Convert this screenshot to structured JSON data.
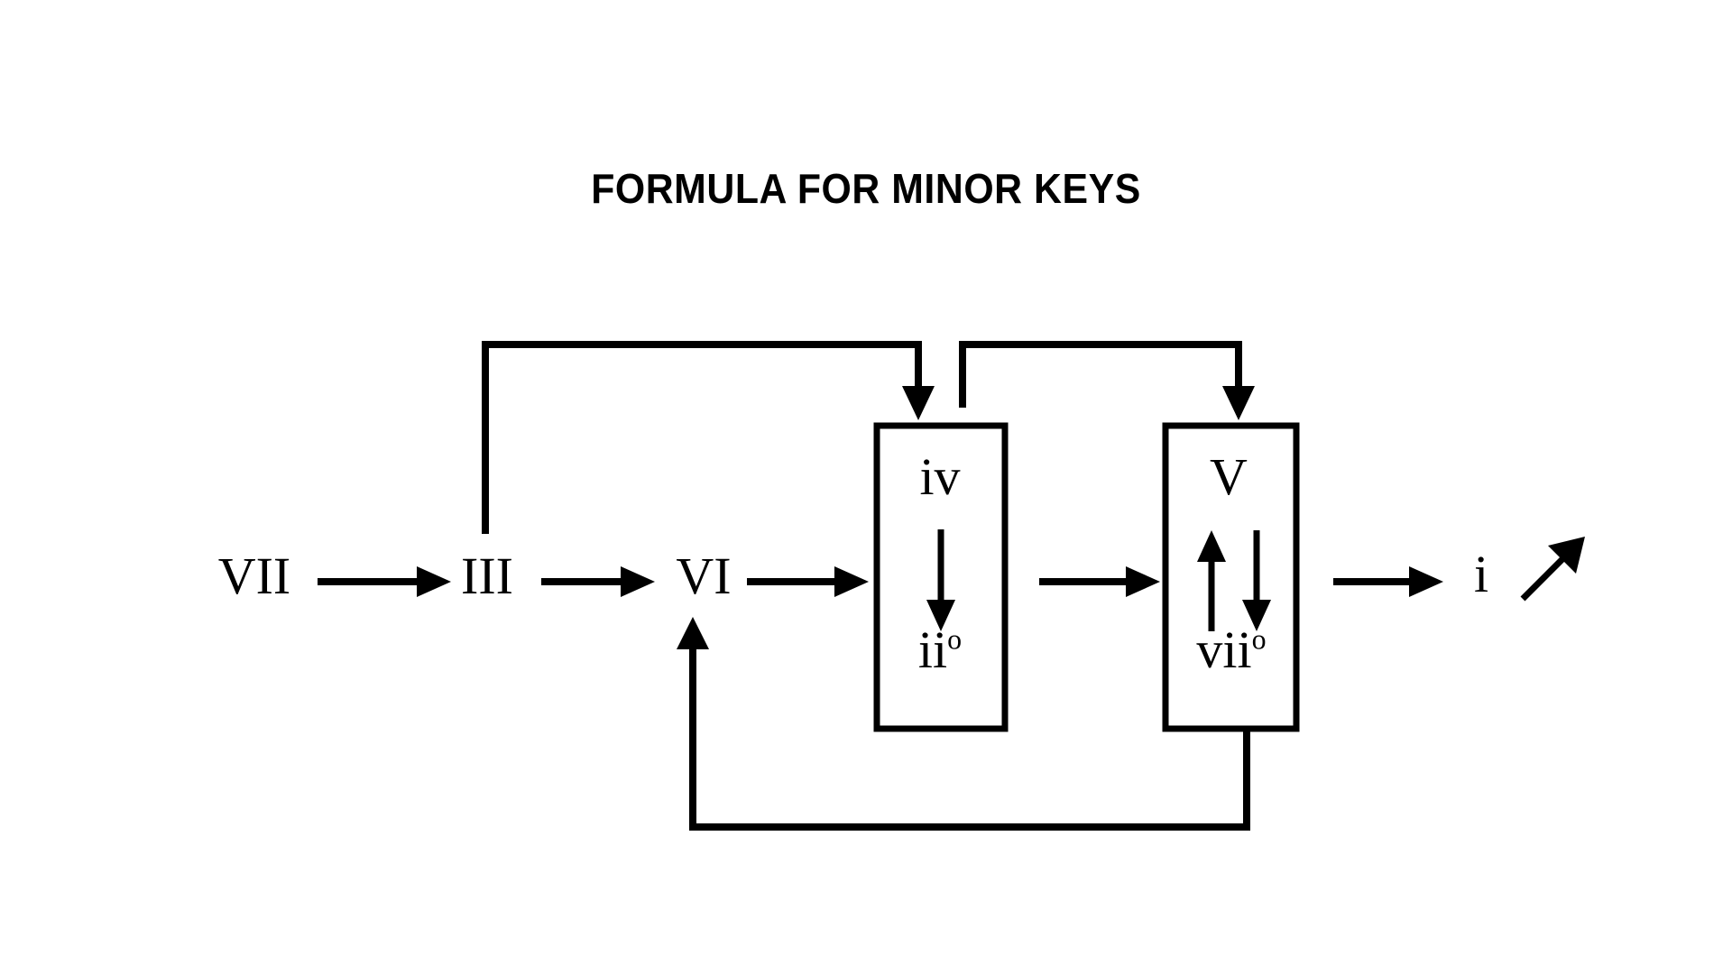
{
  "diagram": {
    "title": "FORMULA FOR MINOR KEYS",
    "type": "harmonic-progression-flowchart",
    "background_color": "#ffffff",
    "ink_color": "#000000",
    "nodes": [
      {
        "id": "vii",
        "label": "VII",
        "kind": "chord-label"
      },
      {
        "id": "iii",
        "label": "III",
        "kind": "chord-label"
      },
      {
        "id": "vi",
        "label": "VI",
        "kind": "chord-label"
      },
      {
        "id": "iv",
        "label": "iv",
        "kind": "chord-label",
        "group": "box-1"
      },
      {
        "id": "ii-dim",
        "label": "ii",
        "superscript": "o",
        "kind": "chord-label",
        "group": "box-1"
      },
      {
        "id": "v",
        "label": "V",
        "kind": "chord-label",
        "group": "box-2"
      },
      {
        "id": "vii-dim",
        "label": "vii",
        "superscript": "o",
        "kind": "chord-label",
        "group": "box-2"
      },
      {
        "id": "i",
        "label": "i",
        "kind": "chord-label"
      }
    ],
    "groups": [
      {
        "id": "box-1",
        "members": [
          "iv",
          "ii-dim"
        ],
        "internal_arrow": "down"
      },
      {
        "id": "box-2",
        "members": [
          "v",
          "vii-dim"
        ],
        "internal_arrow": "up-and-down"
      }
    ],
    "edges": [
      {
        "from": "VII",
        "to": "III",
        "style": "straight-arrow"
      },
      {
        "from": "III",
        "to": "VI",
        "style": "straight-arrow"
      },
      {
        "from": "VI",
        "to": "box-1",
        "style": "straight-arrow"
      },
      {
        "from": "box-1",
        "to": "box-2",
        "style": "straight-arrow"
      },
      {
        "from": "box-2",
        "to": "i",
        "style": "straight-arrow"
      },
      {
        "from": "III",
        "to": "box-1",
        "style": "routed-over-top"
      },
      {
        "from": "box-1-right",
        "to": "box-2",
        "style": "routed-over-top"
      },
      {
        "from": "box-2",
        "to": "VI",
        "style": "routed-under-bottom-feedback"
      }
    ],
    "end_marker": {
      "id": "resolution-arrow",
      "label": "diagonal-up-right-arrow"
    }
  }
}
